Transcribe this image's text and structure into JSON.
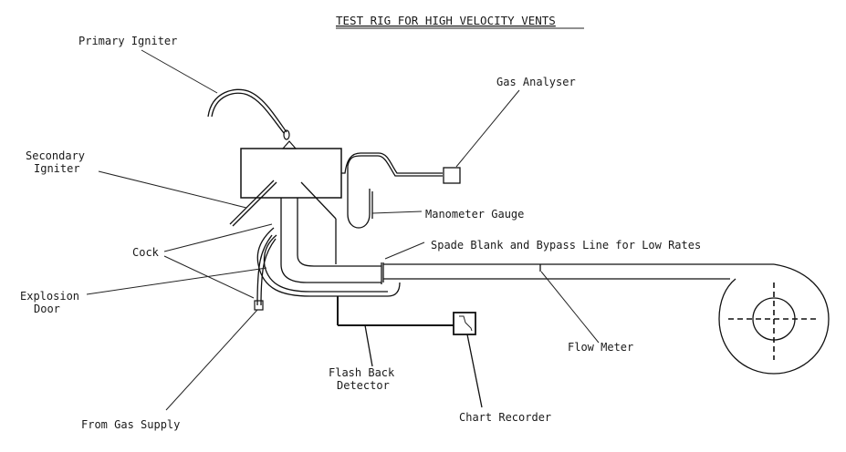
{
  "title": "TEST RIG FOR HIGH VELOCITY VENTS",
  "labels": {
    "primary_igniter": "Primary Igniter",
    "gas_analyser": "Gas Analyser",
    "secondary_igniter_line1": "Secondary",
    "secondary_igniter_line2": "Igniter",
    "manometer_gauge": "Manometer Gauge",
    "spade_blank": "Spade Blank and Bypass Line for Low Rates",
    "cock": "Cock",
    "explosion_door_line1": "Explosion",
    "explosion_door_line2": "Door",
    "flow_meter": "Flow Meter",
    "flash_back_line1": "Flash Back",
    "flash_back_line2": "Detector",
    "chart_recorder": "Chart Recorder",
    "from_gas_supply": "From Gas Supply"
  },
  "colors": {
    "ink": "#111111",
    "paper": "#ffffff"
  }
}
